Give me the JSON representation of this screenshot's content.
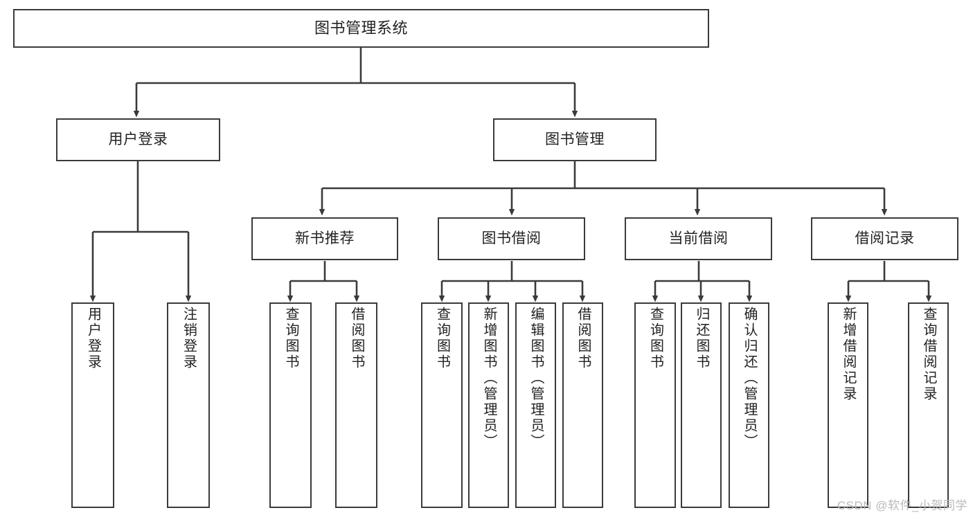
{
  "diagram": {
    "type": "tree-hierarchy",
    "title": "图书管理系统",
    "root": {
      "id": "root",
      "label": "图书管理系统"
    },
    "level2": [
      {
        "id": "user-login",
        "label": "用户登录"
      },
      {
        "id": "book-manage",
        "label": "图书管理"
      }
    ],
    "level3": [
      {
        "id": "new-book-recommend",
        "label": "新书推荐",
        "parent": "book-manage"
      },
      {
        "id": "book-borrow",
        "label": "图书借阅",
        "parent": "book-manage"
      },
      {
        "id": "current-borrow",
        "label": "当前借阅",
        "parent": "book-manage"
      },
      {
        "id": "borrow-record",
        "label": "借阅记录",
        "parent": "book-manage"
      }
    ],
    "leaves": [
      {
        "id": "leaf-user-login",
        "label": "用户登录",
        "parent": "user-login"
      },
      {
        "id": "leaf-logout-login",
        "label": "注销登录",
        "parent": "user-login"
      },
      {
        "id": "leaf-query-book-1",
        "label": "查询图书",
        "parent": "new-book-recommend"
      },
      {
        "id": "leaf-borrow-book-1",
        "label": "借阅图书",
        "parent": "new-book-recommend"
      },
      {
        "id": "leaf-query-book-2",
        "label": "查询图书",
        "parent": "book-borrow"
      },
      {
        "id": "leaf-add-book",
        "label": "新增图书（管理员）",
        "parent": "book-borrow"
      },
      {
        "id": "leaf-edit-book",
        "label": "编辑图书（管理员）",
        "parent": "book-borrow"
      },
      {
        "id": "leaf-borrow-book-2",
        "label": "借阅图书",
        "parent": "book-borrow"
      },
      {
        "id": "leaf-query-book-3",
        "label": "查询图书",
        "parent": "current-borrow"
      },
      {
        "id": "leaf-return-book",
        "label": "归还图书",
        "parent": "current-borrow"
      },
      {
        "id": "leaf-confirm-return",
        "label": "确认归还（管理员）",
        "parent": "current-borrow"
      },
      {
        "id": "leaf-add-record",
        "label": "新增借阅记录",
        "parent": "borrow-record"
      },
      {
        "id": "leaf-query-record",
        "label": "查询借阅记录",
        "parent": "borrow-record"
      }
    ],
    "colors": {
      "stroke": "#3a3a3a",
      "box_fill": "#ffffff",
      "text": "#222222",
      "background": "#ffffff",
      "watermark": "#b9b9b9"
    }
  },
  "watermark": {
    "text": "CSDN @软件_小贺同学"
  }
}
